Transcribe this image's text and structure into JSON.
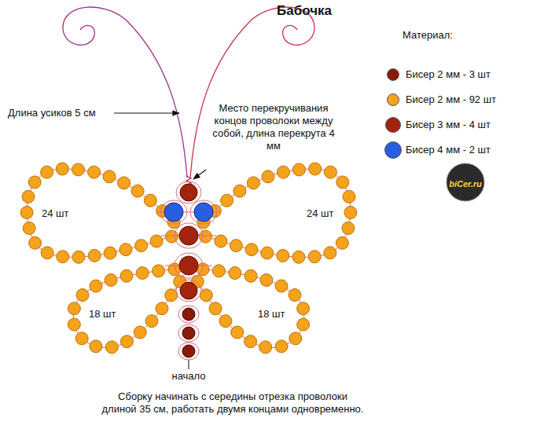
{
  "diagram": {
    "title": "Бабочка",
    "labels": [
      "Материал:",
      "Длина усиков 5 см",
      "Место перекручивания концов проволоки между собой, длина перекрута 4 мм",
      "24 шт",
      "24 шт",
      "18 шт",
      "18 шт",
      "начало",
      "Сборку начинать с середины отрезка проволоки длиной 35 см, работать двумя концами одновременно.",
      "biCer.ru"
    ],
    "legend": [
      {
        "text": "Бисер 2 мм - 3 шт",
        "color": "#8b1a0a"
      },
      {
        "text": "Бисер 2 мм - 92 шт",
        "color": "#f5a21c"
      },
      {
        "text": "Бисер 3 мм - 4 шт",
        "color": "#a3230d"
      },
      {
        "text": "Бисер 4 мм - 2 шт",
        "color": "#2a5ee0"
      }
    ]
  }
}
